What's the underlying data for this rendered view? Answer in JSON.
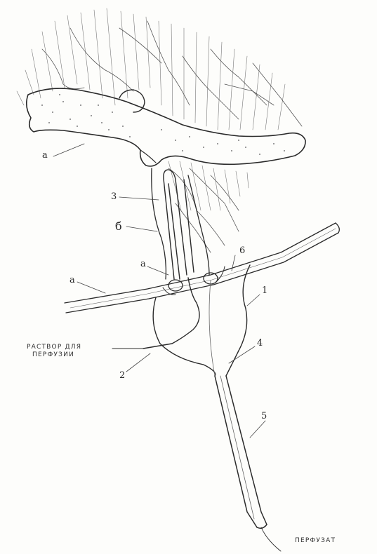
{
  "labels": {
    "a_intestine": "a",
    "a_vessel_left": "a",
    "a_vessel_mid": "a",
    "b": "б",
    "n1": "1",
    "n2": "2",
    "n3": "3",
    "n4": "4",
    "n5": "5",
    "n6": "6"
  },
  "captions": {
    "inflow_line1": "РАСТВОР ДЛЯ",
    "inflow_line2": "ПЕРФУЗИИ",
    "outflow": "ПЕРФУЗАТ"
  },
  "colors": {
    "ink": "#2a2a2a",
    "paper": "#fdfdfb"
  }
}
